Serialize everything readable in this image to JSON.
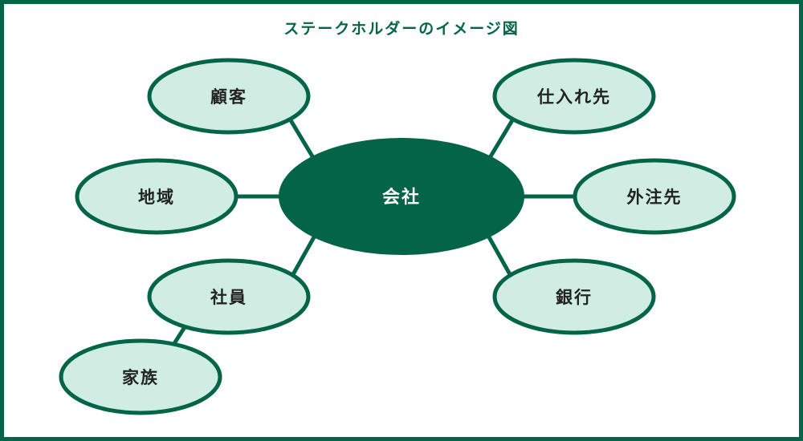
{
  "title": "ステークホルダーのイメージ図",
  "center": {
    "label": "会社"
  },
  "nodes": {
    "customer": "顧客",
    "community": "地域",
    "employees": "社員",
    "family": "家族",
    "suppliers": "仕入れ先",
    "contractors": "外注先",
    "bank": "銀行"
  },
  "colors": {
    "primary": "#036546",
    "node_fill": "#d0ede3"
  }
}
